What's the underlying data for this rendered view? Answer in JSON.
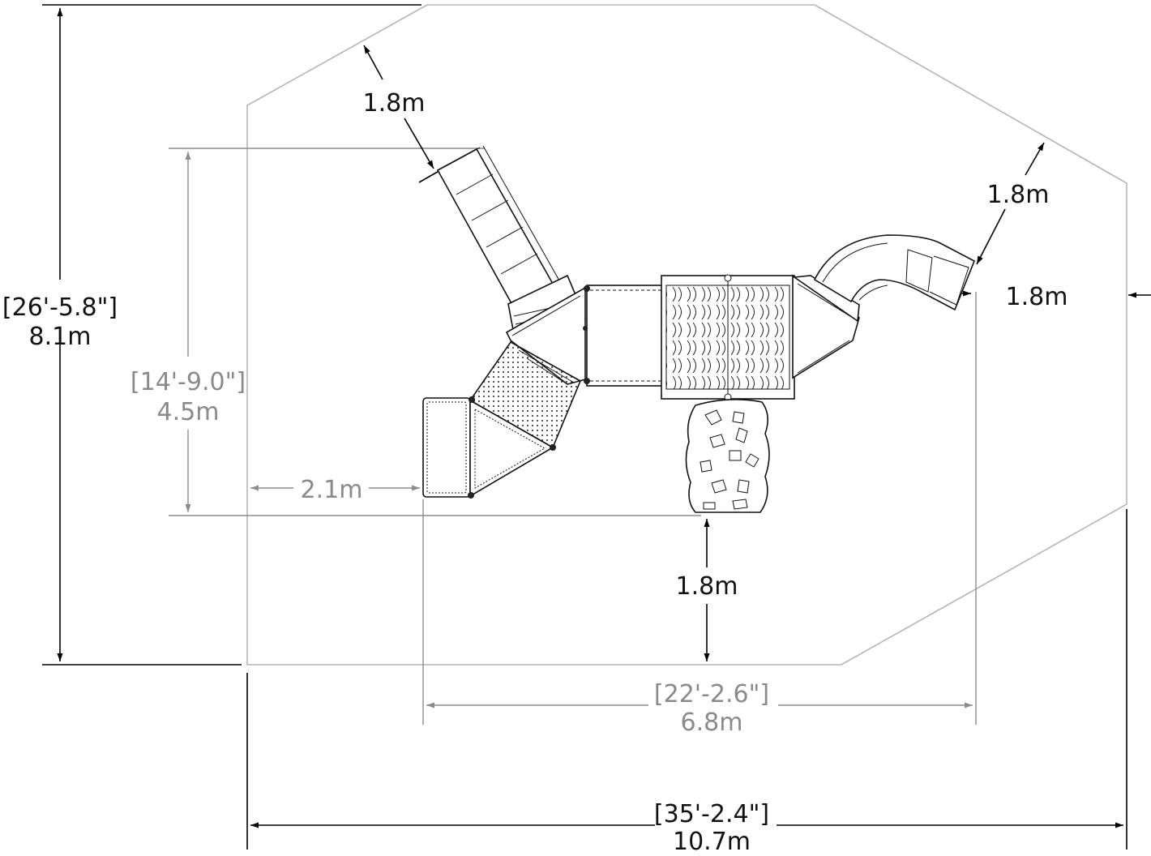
{
  "dimensions": {
    "overall_height": {
      "imperial": "[26'-5.8\"]",
      "metric": "8.1m"
    },
    "structure_depth": {
      "imperial": "[14'-9.0\"]",
      "metric": "4.5m"
    },
    "overall_width": {
      "imperial": "[35'-2.4\"]",
      "metric": "10.7m"
    },
    "structure_width": {
      "imperial": "[22'-2.6\"]",
      "metric": "6.8m"
    },
    "left_clearance": {
      "metric": "2.1m"
    },
    "bottom_clearance": {
      "metric": "1.8m"
    },
    "slide_top_clearance": {
      "metric": "1.8m"
    },
    "curved_slide_clearance": {
      "metric": "1.8m"
    },
    "right_clearance": {
      "metric": "1.8m"
    }
  },
  "colors": {
    "primary_line": "#111111",
    "secondary_line": "#8c8c8c",
    "use_zone": "#b5b5b5"
  }
}
